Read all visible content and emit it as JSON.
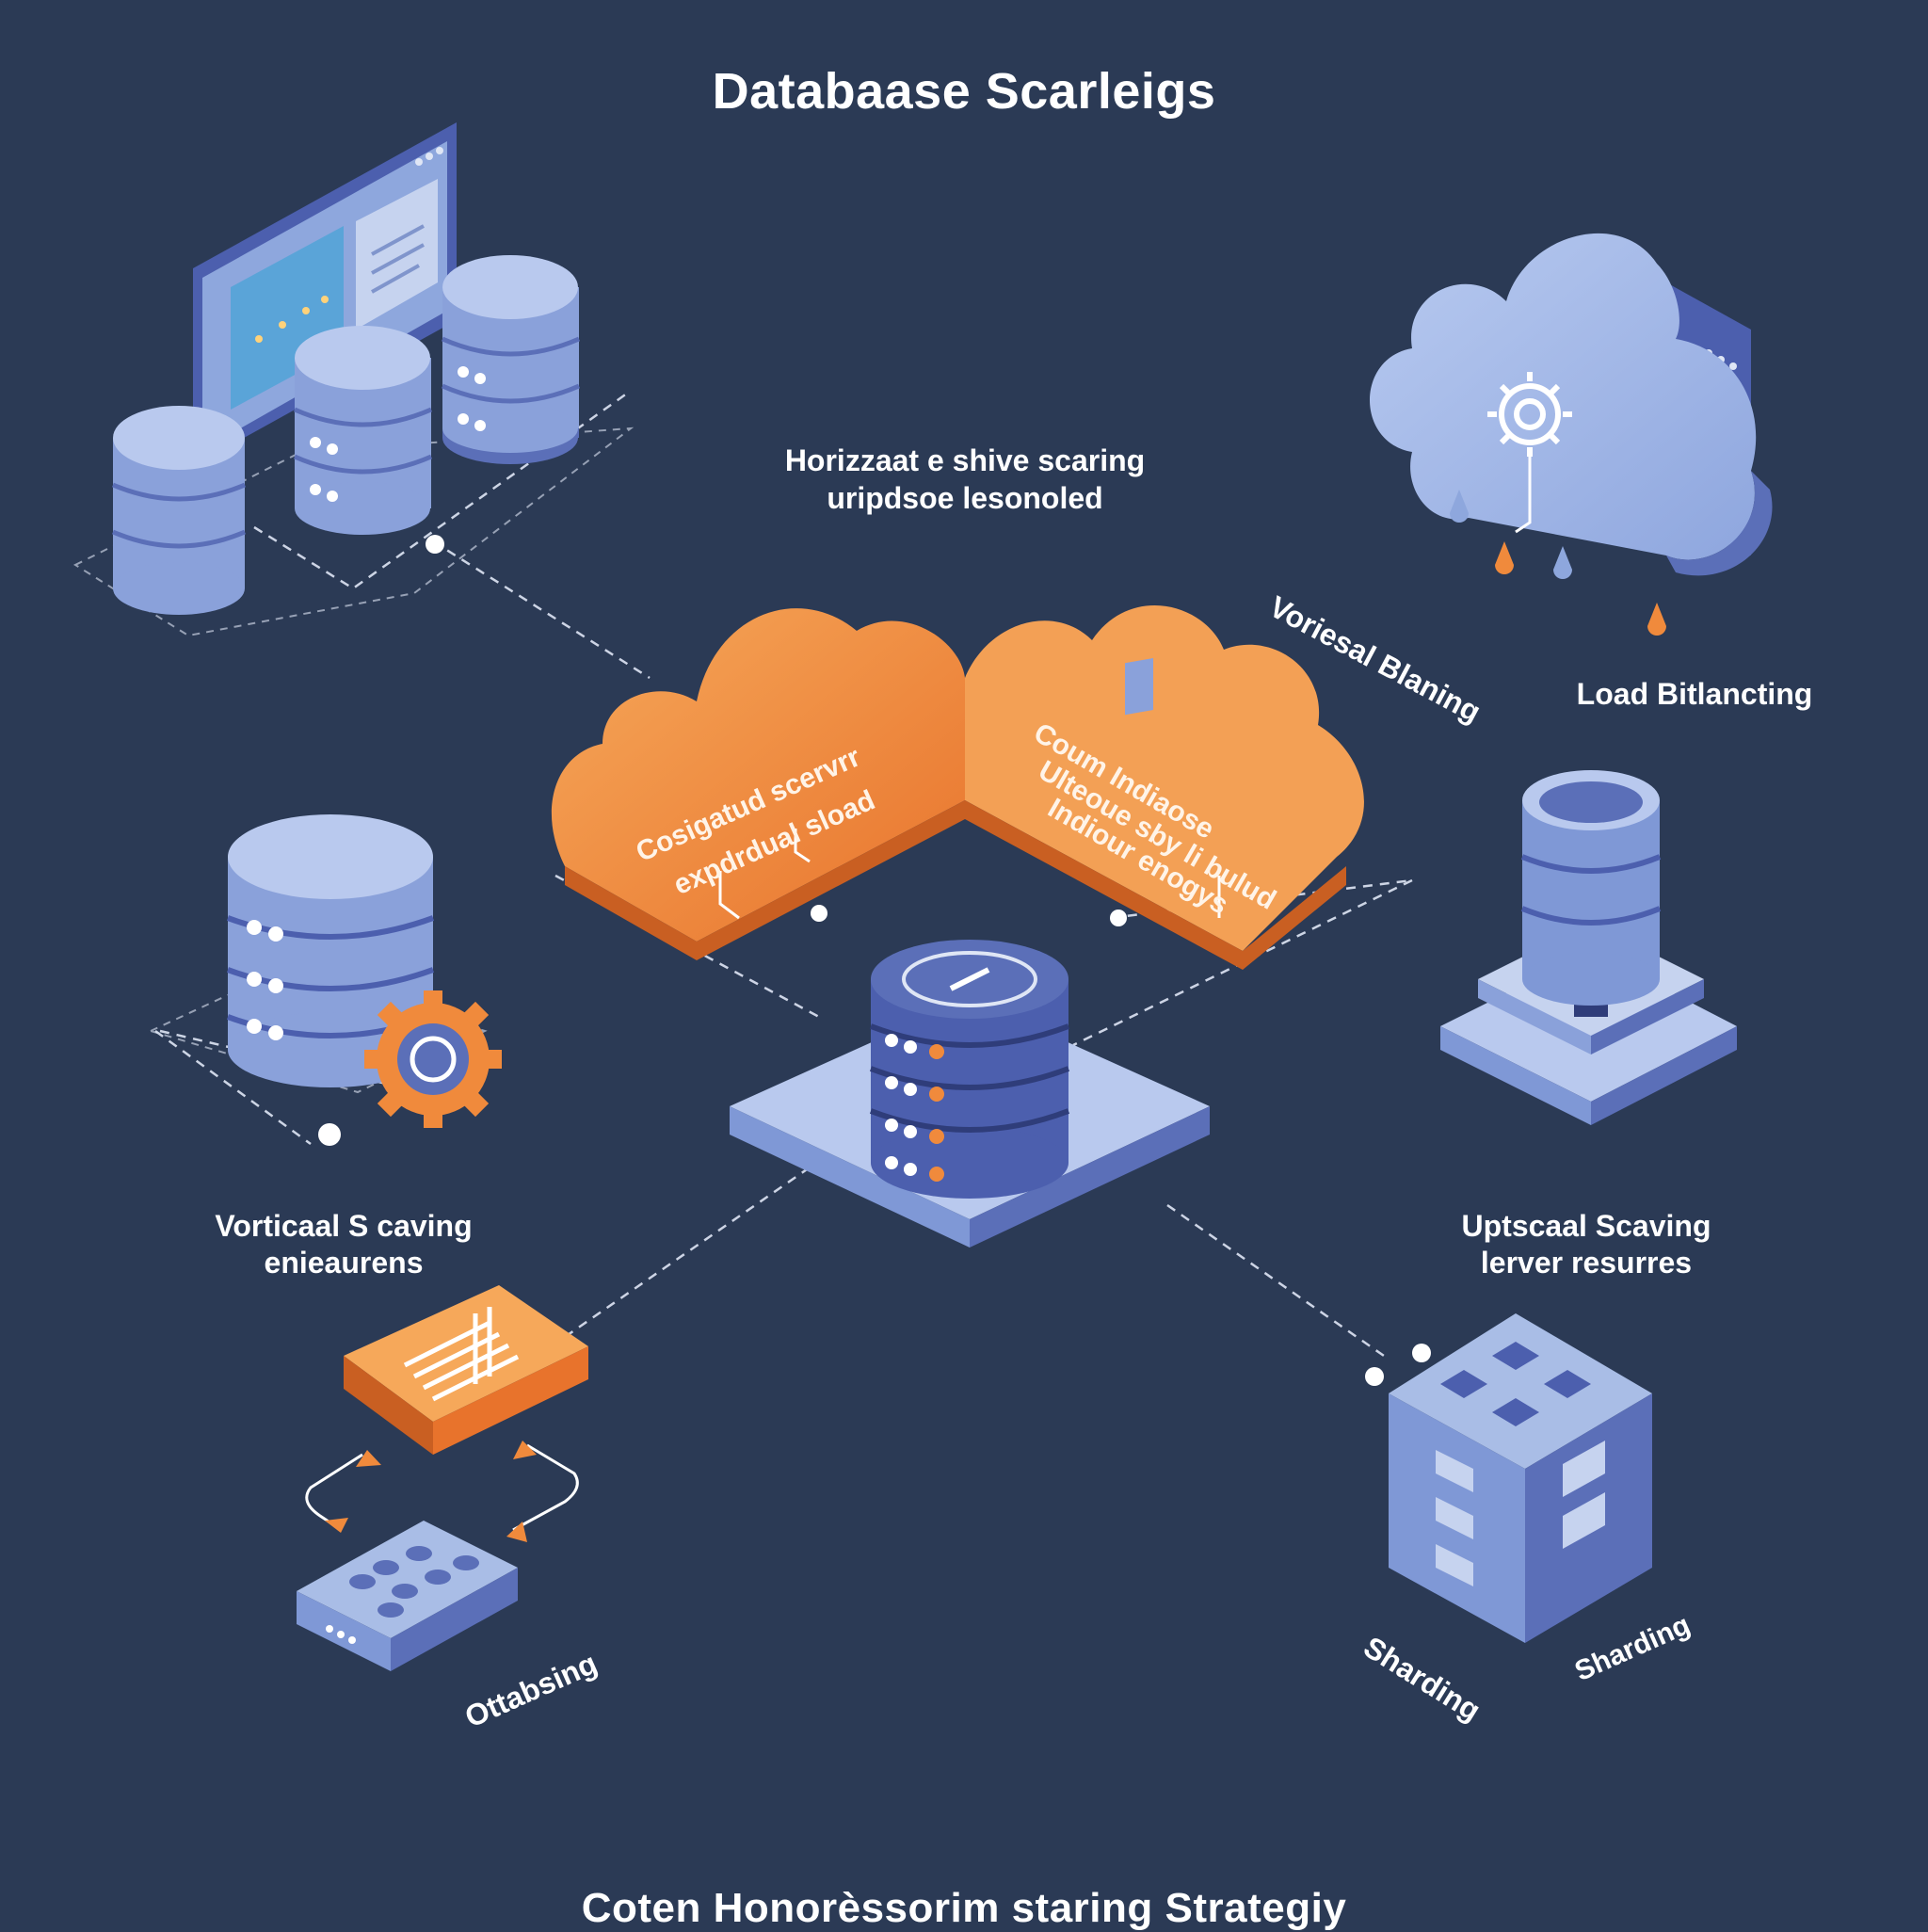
{
  "title": "Databaase Scarleigs",
  "footer": "Coten Honorèssorim staring Strategiy",
  "labels": {
    "horizontal_1": "Horizzaat e shive scaring",
    "horizontal_2": "uripdsoe lesonoled",
    "vertical_blaning": "Voriesal Blaning",
    "load_balancing": "Load Bitlancting",
    "cloud_left_1": "Cosigatud scervrr",
    "cloud_left_2": "expdrdual sload",
    "cloud_right_1": "Coum Indiaose",
    "cloud_right_2": "Ulteoue sby li bulud",
    "cloud_right_3": "Indiour enogys",
    "vertical_scaling_1": "Vorticaal S caving",
    "vertical_scaling_2": "enieaurens",
    "upscale_1": "Uptscaal Scaving",
    "upscale_2": "lerver resurres",
    "ottabsing": "Ottabsing",
    "sharding_1": "Sharding",
    "sharding_2": "Sharding"
  },
  "colors": {
    "background": "#2b3a55",
    "db_light": "#a9bde6",
    "db_mid": "#7f98d6",
    "db_dark": "#5568b0",
    "accent_orange": "#f08a3c",
    "cloud_blue": "#9fb6e6"
  },
  "icons": [
    "monitor-icon",
    "database-icon",
    "gear-icon",
    "cloud-icon",
    "server-stack-icon",
    "cube-icon",
    "chip-icon",
    "document-icon"
  ]
}
